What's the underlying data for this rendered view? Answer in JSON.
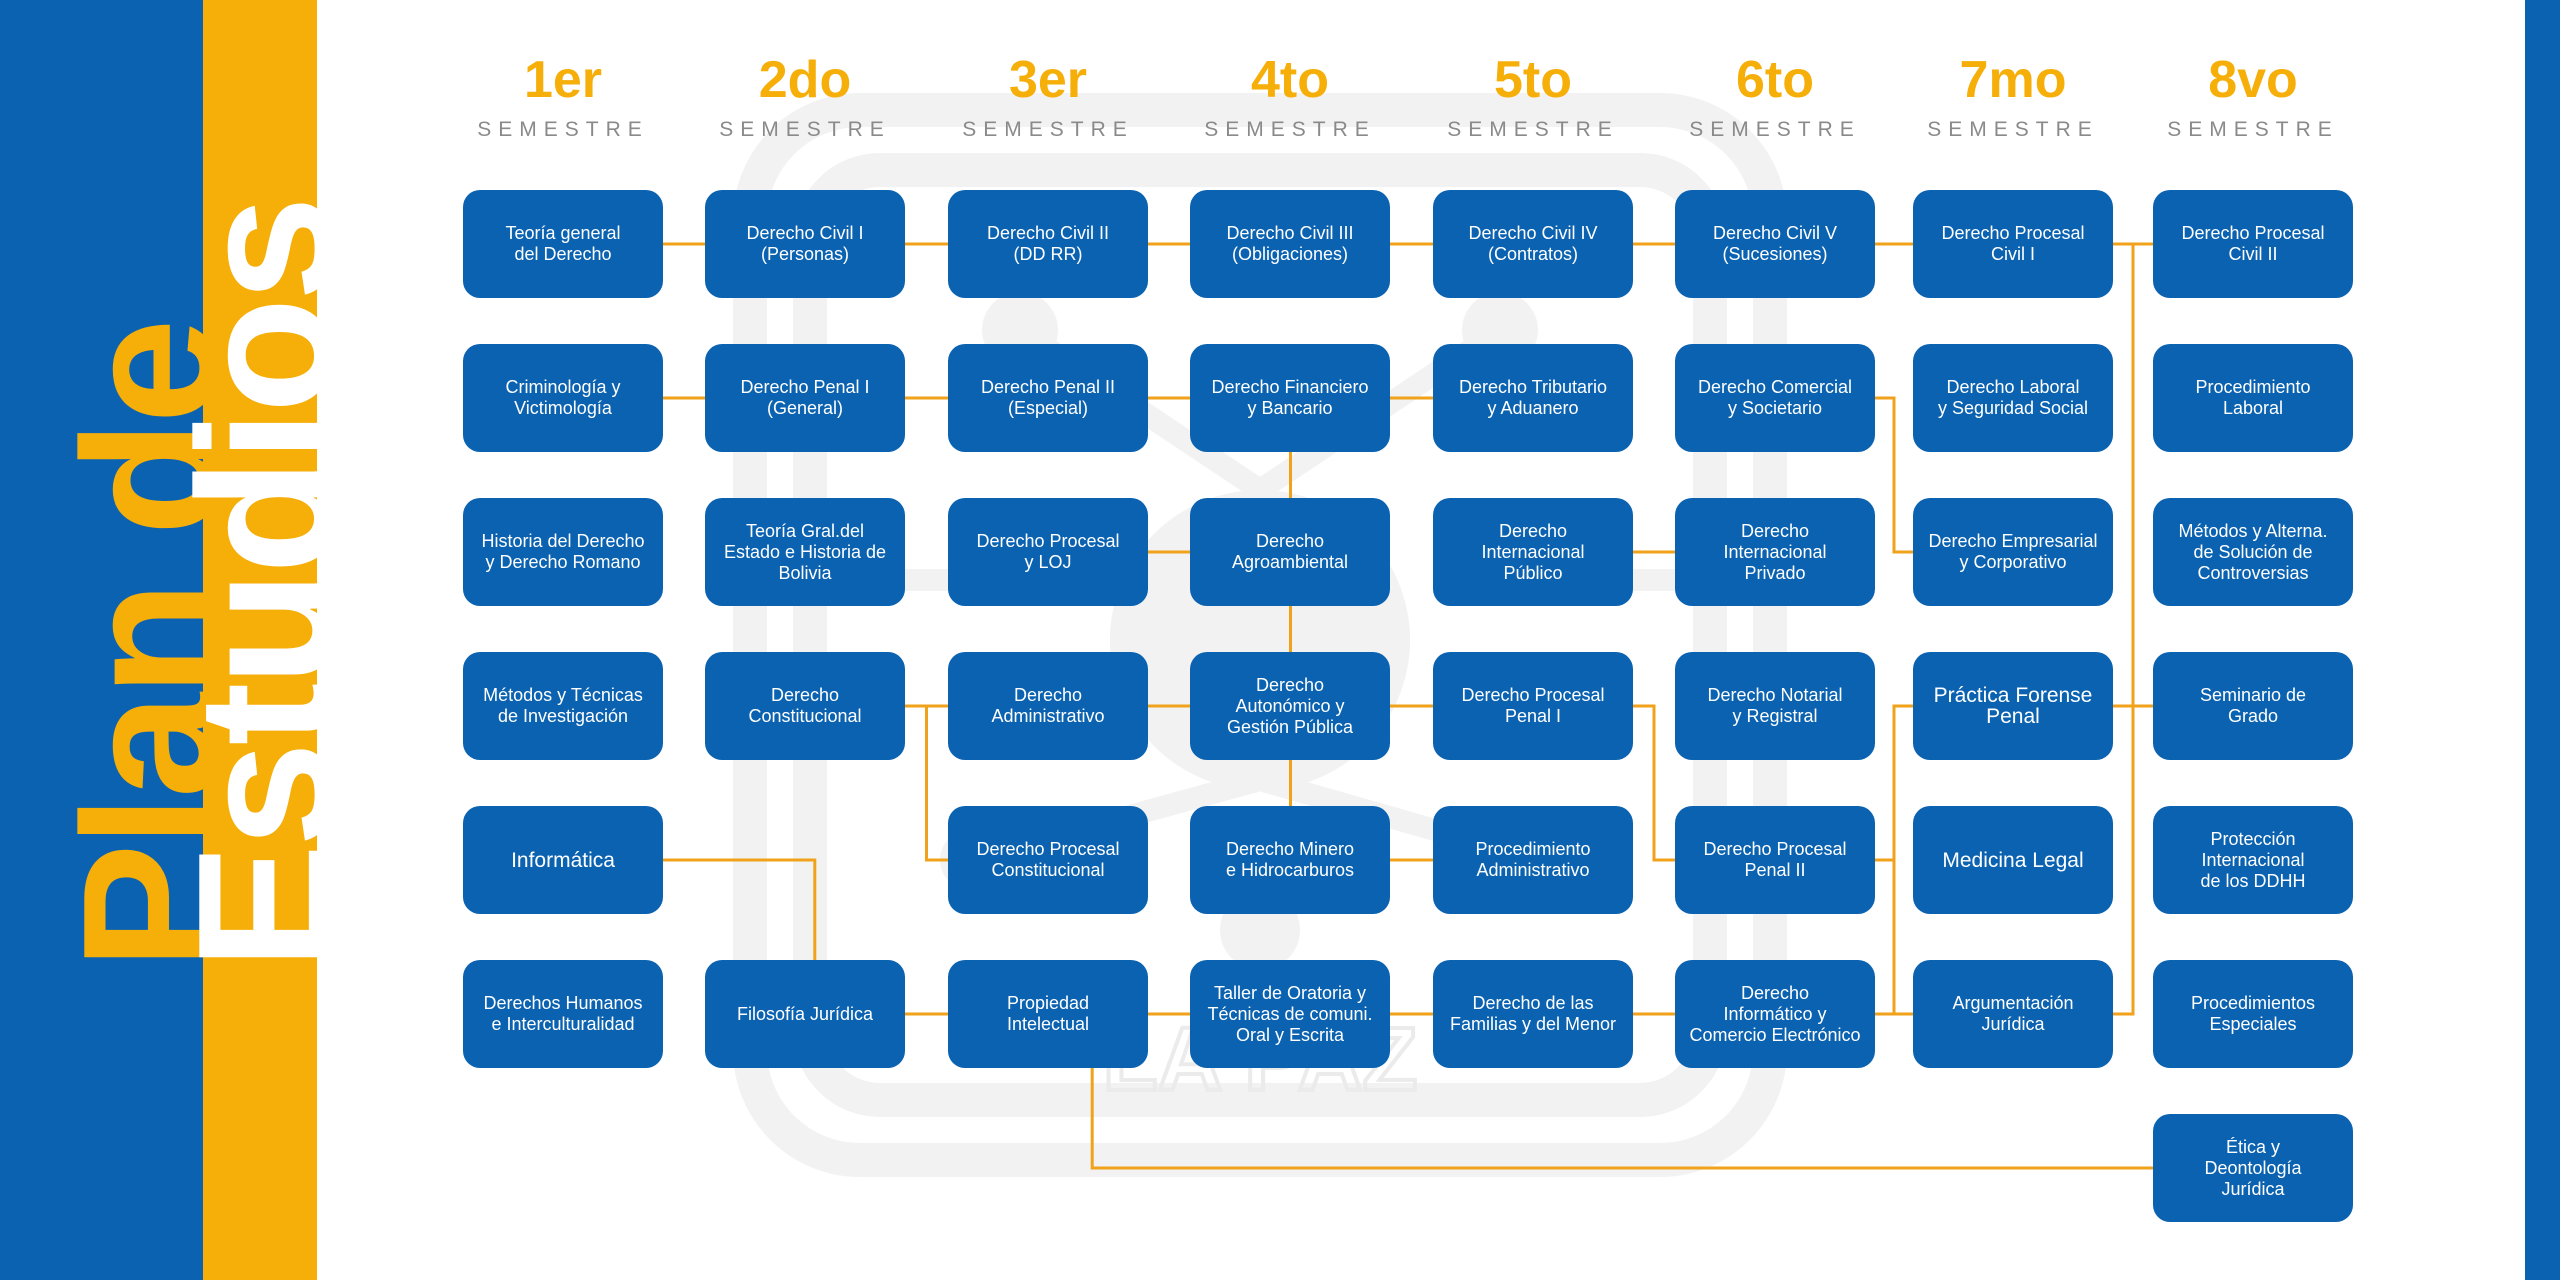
{
  "title": {
    "line1": "Plan de",
    "line2": "Estudios"
  },
  "watermark_text": "LA PAZ",
  "colors": {
    "blue": "#0a62b1",
    "yellow": "#f6ae08",
    "line": "#f0a21a",
    "gray": "#8a8a8a"
  },
  "semesters": [
    {
      "number": "1er",
      "label": "SEMESTRE"
    },
    {
      "number": "2do",
      "label": "SEMESTRE"
    },
    {
      "number": "3er",
      "label": "SEMESTRE"
    },
    {
      "number": "4to",
      "label": "SEMESTRE"
    },
    {
      "number": "5to",
      "label": "SEMESTRE"
    },
    {
      "number": "6to",
      "label": "SEMESTRE"
    },
    {
      "number": "7mo",
      "label": "SEMESTRE"
    },
    {
      "number": "8vo",
      "label": "SEMESTRE"
    }
  ],
  "courses": [
    {
      "id": "c1_1",
      "col": 0,
      "row": 0,
      "label": "Teoría general\ndel Derecho"
    },
    {
      "id": "c1_2",
      "col": 0,
      "row": 1,
      "label": "Criminología y\nVictimología"
    },
    {
      "id": "c1_3",
      "col": 0,
      "row": 2,
      "label": "Historia del Derecho\ny  Derecho Romano"
    },
    {
      "id": "c1_4",
      "col": 0,
      "row": 3,
      "label": "Métodos y Técnicas\nde Investigación"
    },
    {
      "id": "c1_5",
      "col": 0,
      "row": 4,
      "label": "Informática",
      "big": true
    },
    {
      "id": "c1_6",
      "col": 0,
      "row": 5,
      "label": "Derechos Humanos\ne Interculturalidad"
    },
    {
      "id": "c2_1",
      "col": 1,
      "row": 0,
      "label": "Derecho Civil I\n(Personas)"
    },
    {
      "id": "c2_2",
      "col": 1,
      "row": 1,
      "label": "Derecho Penal I\n(General)"
    },
    {
      "id": "c2_3",
      "col": 1,
      "row": 2,
      "label": "Teoría Gral.del\nEstado e Historia de\nBolivia"
    },
    {
      "id": "c2_4",
      "col": 1,
      "row": 3,
      "label": "Derecho\nConstitucional"
    },
    {
      "id": "c2_6",
      "col": 1,
      "row": 5,
      "label": "Filosofía Jurídica"
    },
    {
      "id": "c3_1",
      "col": 2,
      "row": 0,
      "label": "Derecho Civil II\n(DD RR)"
    },
    {
      "id": "c3_2",
      "col": 2,
      "row": 1,
      "label": "Derecho Penal II\n(Especial)"
    },
    {
      "id": "c3_3",
      "col": 2,
      "row": 2,
      "label": "Derecho Procesal\ny LOJ"
    },
    {
      "id": "c3_4",
      "col": 2,
      "row": 3,
      "label": "Derecho\nAdministrativo"
    },
    {
      "id": "c3_5",
      "col": 2,
      "row": 4,
      "label": "Derecho Procesal\nConstitucional"
    },
    {
      "id": "c3_6",
      "col": 2,
      "row": 5,
      "label": "Propiedad\nIntelectual"
    },
    {
      "id": "c4_1",
      "col": 3,
      "row": 0,
      "label": "Derecho Civil III\n(Obligaciones)"
    },
    {
      "id": "c4_2",
      "col": 3,
      "row": 1,
      "label": "Derecho Financiero\ny Bancario"
    },
    {
      "id": "c4_3",
      "col": 3,
      "row": 2,
      "label": "Derecho\nAgroambiental"
    },
    {
      "id": "c4_4",
      "col": 3,
      "row": 3,
      "label": "Derecho\nAutonómico y\nGestión Pública"
    },
    {
      "id": "c4_5",
      "col": 3,
      "row": 4,
      "label": "Derecho Minero\ne Hidrocarburos"
    },
    {
      "id": "c4_6",
      "col": 3,
      "row": 5,
      "label": "Taller de Oratoria y\nTécnicas de comuni.\nOral y Escrita"
    },
    {
      "id": "c5_1",
      "col": 4,
      "row": 0,
      "label": "Derecho Civil IV\n(Contratos)"
    },
    {
      "id": "c5_2",
      "col": 4,
      "row": 1,
      "label": "Derecho Tributario\ny Aduanero"
    },
    {
      "id": "c5_3",
      "col": 4,
      "row": 2,
      "label": "Derecho\nInternacional\nPúblico"
    },
    {
      "id": "c5_4",
      "col": 4,
      "row": 3,
      "label": "Derecho Procesal\nPenal I"
    },
    {
      "id": "c5_5",
      "col": 4,
      "row": 4,
      "label": "Procedimiento\nAdministrativo"
    },
    {
      "id": "c5_6",
      "col": 4,
      "row": 5,
      "label": "Derecho de las\nFamilias y del Menor"
    },
    {
      "id": "c6_1",
      "col": 5,
      "row": 0,
      "label": "Derecho Civil V\n(Sucesiones)"
    },
    {
      "id": "c6_2",
      "col": 5,
      "row": 1,
      "label": "Derecho Comercial\ny Societario"
    },
    {
      "id": "c6_3",
      "col": 5,
      "row": 2,
      "label": "Derecho\nInternacional\nPrivado"
    },
    {
      "id": "c6_4",
      "col": 5,
      "row": 3,
      "label": "Derecho Notarial\ny Registral"
    },
    {
      "id": "c6_5",
      "col": 5,
      "row": 4,
      "label": "Derecho Procesal\nPenal II"
    },
    {
      "id": "c6_6",
      "col": 5,
      "row": 5,
      "label": "Derecho\nInformático y\nComercio Electrónico"
    },
    {
      "id": "c7_1",
      "col": 6,
      "row": 0,
      "label": "Derecho Procesal\nCivil I"
    },
    {
      "id": "c7_2",
      "col": 6,
      "row": 1,
      "label": "Derecho Laboral\ny Seguridad Social"
    },
    {
      "id": "c7_3",
      "col": 6,
      "row": 2,
      "label": "Derecho Empresarial\ny Corporativo"
    },
    {
      "id": "c7_4",
      "col": 6,
      "row": 3,
      "label": "Práctica Forense\nPenal",
      "big": true
    },
    {
      "id": "c7_5",
      "col": 6,
      "row": 4,
      "label": "Medicina Legal",
      "big": true
    },
    {
      "id": "c7_6",
      "col": 6,
      "row": 5,
      "label": "Argumentación\nJurídica"
    },
    {
      "id": "c8_1",
      "col": 7,
      "row": 0,
      "label": "Derecho Procesal\nCivil II"
    },
    {
      "id": "c8_2",
      "col": 7,
      "row": 1,
      "label": "Procedimiento\nLaboral"
    },
    {
      "id": "c8_3",
      "col": 7,
      "row": 2,
      "label": "Métodos y Alterna.\nde Solución de\nControversias"
    },
    {
      "id": "c8_4",
      "col": 7,
      "row": 3,
      "label": "Seminario de\nGrado"
    },
    {
      "id": "c8_5",
      "col": 7,
      "row": 4,
      "label": "Protección\nInternacional\nde los DDHH"
    },
    {
      "id": "c8_6",
      "col": 7,
      "row": 5,
      "label": "Procedimientos\nEspeciales"
    },
    {
      "id": "c8_7",
      "col": 7,
      "row": 6,
      "label": "Ética y\nDeontología\nJurídica"
    }
  ],
  "connections": [
    [
      "c1_1",
      "c2_1"
    ],
    [
      "c2_1",
      "c3_1"
    ],
    [
      "c3_1",
      "c4_1"
    ],
    [
      "c4_1",
      "c5_1"
    ],
    [
      "c5_1",
      "c6_1"
    ],
    [
      "c6_1",
      "c7_1"
    ],
    [
      "c7_1",
      "c8_1"
    ],
    [
      "c1_2",
      "c2_2"
    ],
    [
      "c2_2",
      "c3_2"
    ],
    [
      "c3_2",
      "c5_4"
    ],
    [
      "c3_3",
      "c5_4"
    ],
    [
      "c3_4",
      "c5_5"
    ],
    [
      "c2_4",
      "c3_4"
    ],
    [
      "c2_4",
      "c3_5"
    ],
    [
      "c5_2",
      "c4_2"
    ],
    [
      "c5_3",
      "c6_3"
    ],
    [
      "c6_2",
      "c7_3"
    ],
    [
      "c5_4",
      "c6_5"
    ],
    [
      "c6_5",
      "c7_4"
    ],
    [
      "c6_5",
      "c7_6"
    ],
    [
      "c1_5",
      "c6_6"
    ],
    [
      "c4_6",
      "c7_6"
    ],
    [
      "c2_6",
      "c8_7"
    ],
    [
      "c7_1",
      "c8_4"
    ],
    [
      "c8_4",
      "c7_4"
    ],
    [
      "c8_4",
      "c7_6"
    ]
  ]
}
